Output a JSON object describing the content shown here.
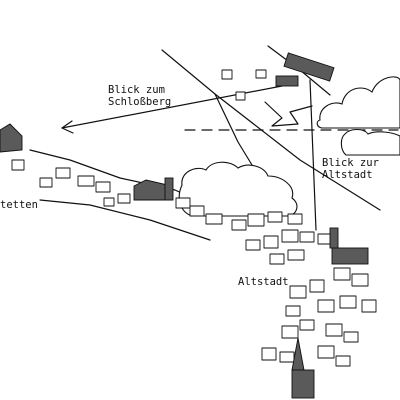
{
  "labels": {
    "blick_schlossberg_1": "Blick zum",
    "blick_schlossberg_2": "Schloßberg",
    "blick_altstadt_1": "Blick zur",
    "blick_altstadt_2": "Altstadt",
    "altstadt": "Altstadt",
    "left_village": "tetten"
  },
  "colors": {
    "ink": "#111111",
    "dark_building": "#5a5a5a",
    "paper": "#ffffff"
  }
}
